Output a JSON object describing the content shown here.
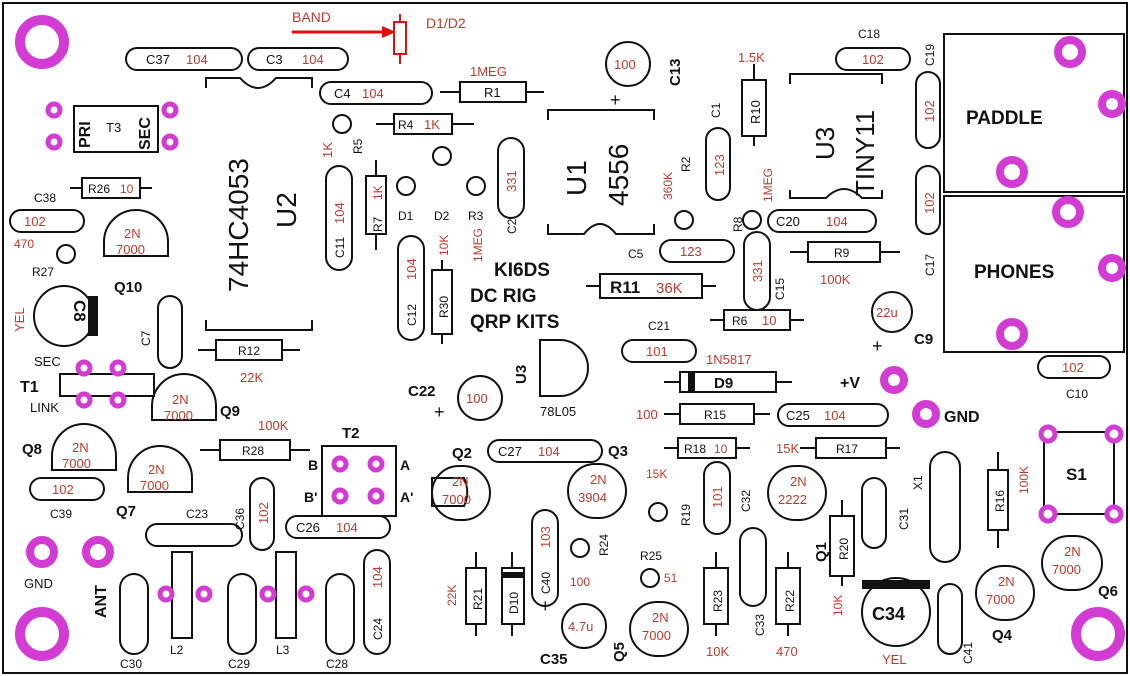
{
  "colors": {
    "ink": "#111111",
    "value_red": "#c0392b",
    "pad_magenta": "#d23cd2",
    "background": "#ffffff"
  },
  "texts": {
    "band": "BAND",
    "d1d2": "D1/D2",
    "c37": "C37",
    "c37_val": "104",
    "c3": "C3",
    "c3_val": "104",
    "c4": "C4",
    "c4_val": "104",
    "r1": "R1",
    "r1_val": "1MEG",
    "c13": "C13",
    "c13_val": "100",
    "r10": "R10",
    "r10_val": "1.5K",
    "c1": "C1",
    "c1_val": "123",
    "c18": "C18",
    "c18_val": "102",
    "c19": "C19",
    "c19_val": "102",
    "paddle": "PADDLE",
    "u3a": "U3",
    "tiny11": "TINY11",
    "pri": "PRI",
    "sec": "SEC",
    "t3": "T3",
    "ic_74hc": "74HC4053",
    "u2": "U2",
    "r4": "R4",
    "r4_val": "1K",
    "r5": "R5",
    "r5_val": "1K",
    "u1": "U1",
    "u1_val": "4556",
    "r2": "R2",
    "r2_val": "360K",
    "r8": "R8",
    "r8_val": "1MEG",
    "c38": "C38",
    "c38_val": "102",
    "r26": "R26",
    "r26_val": "10",
    "r27": "R27",
    "r27_val": "470",
    "q10": "Q10",
    "q2n7000": "2N",
    "q2n7000b": "7000",
    "c11": "C11",
    "c11_val": "104",
    "r7": "R7",
    "r7_val": "1K",
    "d1": "D1",
    "d2": "D2",
    "r3": "R3",
    "r3_val": "1MEG",
    "c2": "C2",
    "c2_val": "331",
    "c20": "C20",
    "c20_val": "104",
    "r9": "R9",
    "r9_val": "100K",
    "c5": "C5",
    "c5_val": "123",
    "c15": "C15",
    "c15_val": "331",
    "c17": "C17",
    "c17_val": "102",
    "phones": "PHONES",
    "c8": "C8",
    "c8_color": "YEL",
    "c7": "C7",
    "c12": "C12",
    "c12_val": "104",
    "r30": "R30",
    "r30_val": "10K",
    "ki6ds": "KI6DS",
    "dcrig": "DC RIG",
    "qrpkits": "QRP KITS",
    "r11": "R11",
    "r11_val": "36K",
    "r6": "R6",
    "r6_val": "10",
    "c9": "C9",
    "c9_val": "22u",
    "sec2": "SEC",
    "t1": "T1",
    "link": "LINK",
    "r12": "R12",
    "r12_val": "22K",
    "u3b": "U3",
    "u3b_val": "78L05",
    "c21": "C21",
    "c21_val": "101",
    "d9": "D9",
    "d9_val": "1N5817",
    "vplus": "+V",
    "gnd": "GND",
    "c10": "C10",
    "c10_val": "102",
    "q9": "Q9",
    "c22": "C22",
    "c22_val": "100",
    "r15": "R15",
    "r15_val": "100",
    "c25": "C25",
    "c25_val": "104",
    "q8": "Q8",
    "r28": "R28",
    "r28_val": "100K",
    "t2": "T2",
    "b": "B",
    "a": "A",
    "bp": "B'",
    "ap": "A'",
    "c27": "C27",
    "c27_val": "104",
    "r18": "R18",
    "r18_val": "10",
    "r17": "R17",
    "r17_val": "15K",
    "s1": "S1",
    "c39": "C39",
    "c39_val": "102",
    "q7": "Q7",
    "q2": "Q2",
    "q3": "Q3",
    "q3_2n": "2N",
    "q3_val": "3904",
    "r19": "R19",
    "r19_val": "15K",
    "c32": "C32",
    "c32_val": "101",
    "q1_2n": "2N",
    "q1_val": "2222",
    "x1": "X1",
    "c31": "C31",
    "r16": "R16",
    "r16_val": "100K",
    "c36": "C36",
    "c36_val": "102",
    "c26": "C26",
    "c26_val": "104",
    "c23": "C23",
    "gnd2": "GND",
    "ant": "ANT",
    "r21": "R21",
    "r21_val": "22K",
    "d10": "D10",
    "c40": "C40",
    "c40_val": "103",
    "r24": "R24",
    "r24_val": "100",
    "r25": "R25",
    "r25_val": "51",
    "q1": "Q1",
    "r20": "R20",
    "r20_val": "10K",
    "r23": "R23",
    "r23_val": "10K",
    "c33": "C33",
    "r22": "R22",
    "r22_val": "470",
    "c34": "C34",
    "c34_color": "YEL",
    "c41": "C41",
    "q4": "Q4",
    "q6": "Q6",
    "c35": "C35",
    "c35_val": "4.7u",
    "q5": "Q5",
    "c30": "C30",
    "l2": "L2",
    "c29": "C29",
    "l3": "L3",
    "c28": "C28",
    "c24": "C24",
    "c24_val": "104"
  }
}
